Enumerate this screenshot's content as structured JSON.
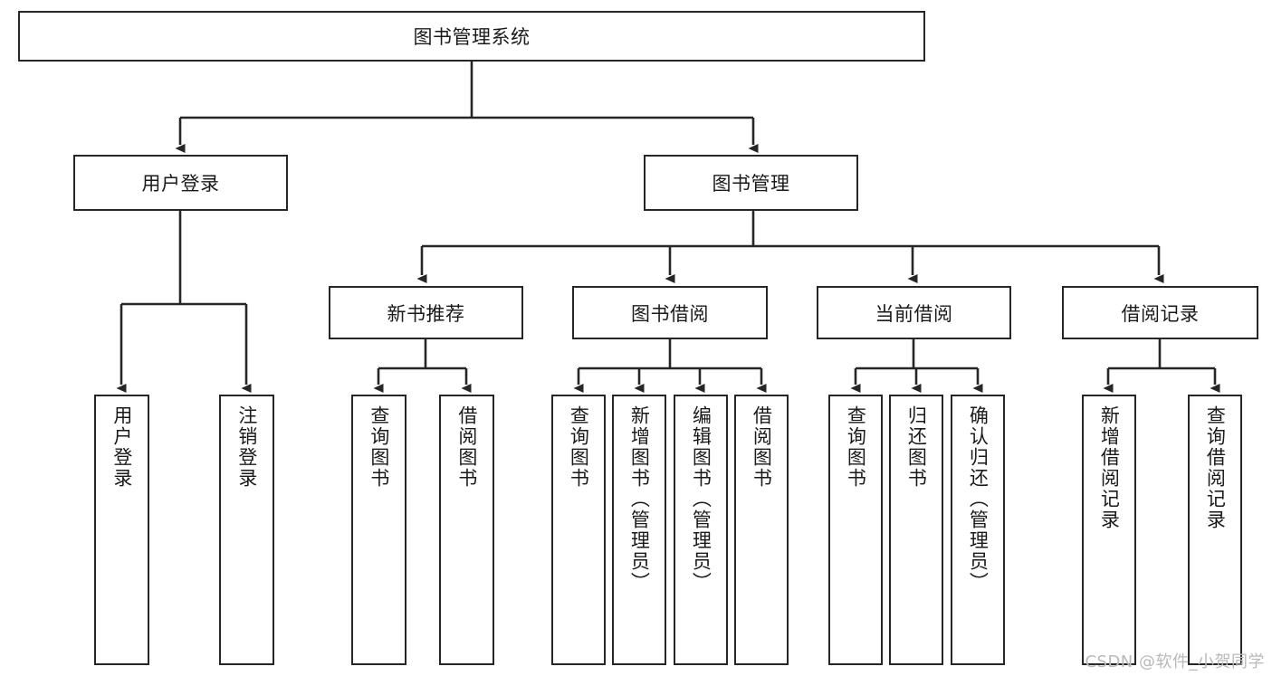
{
  "diagram": {
    "title": "图书管理系统",
    "type": "hierarchy-tree",
    "colors": {
      "box_border": "#262626",
      "box_fill": "#ffffff",
      "connector": "#262626",
      "text": "#1a1a1a",
      "watermark": "#b9b9b9",
      "background": "#ffffff"
    },
    "root": {
      "label": "图书管理系统",
      "orientation": "horizontal"
    },
    "level2": [
      {
        "label": "用户登录",
        "orientation": "horizontal"
      },
      {
        "label": "图书管理",
        "orientation": "horizontal"
      }
    ],
    "level3": [
      {
        "label": "新书推荐",
        "orientation": "horizontal"
      },
      {
        "label": "图书借阅",
        "orientation": "horizontal"
      },
      {
        "label": "当前借阅",
        "orientation": "horizontal"
      },
      {
        "label": "借阅记录",
        "orientation": "horizontal"
      }
    ],
    "leaves": {
      "user_login": [
        {
          "label": "用户登录",
          "orientation": "vertical"
        },
        {
          "label": "注销登录",
          "orientation": "vertical"
        }
      ],
      "new_book_recommend": [
        {
          "label": "查询图书",
          "orientation": "vertical"
        },
        {
          "label": "借阅图书",
          "orientation": "vertical"
        }
      ],
      "book_borrow": [
        {
          "label": "查询图书",
          "orientation": "vertical"
        },
        {
          "label": "新增图书（管理员）",
          "orientation": "vertical"
        },
        {
          "label": "编辑图书（管理员）",
          "orientation": "vertical"
        },
        {
          "label": "借阅图书",
          "orientation": "vertical"
        }
      ],
      "current_borrow": [
        {
          "label": "查询图书",
          "orientation": "vertical"
        },
        {
          "label": "归还图书",
          "orientation": "vertical"
        },
        {
          "label": "确认归还（管理员）",
          "orientation": "vertical"
        }
      ],
      "borrow_record": [
        {
          "label": "新增借阅记录",
          "orientation": "vertical"
        },
        {
          "label": "查询借阅记录",
          "orientation": "vertical"
        }
      ]
    },
    "watermark": "CSDN @软件_小贺同学"
  }
}
